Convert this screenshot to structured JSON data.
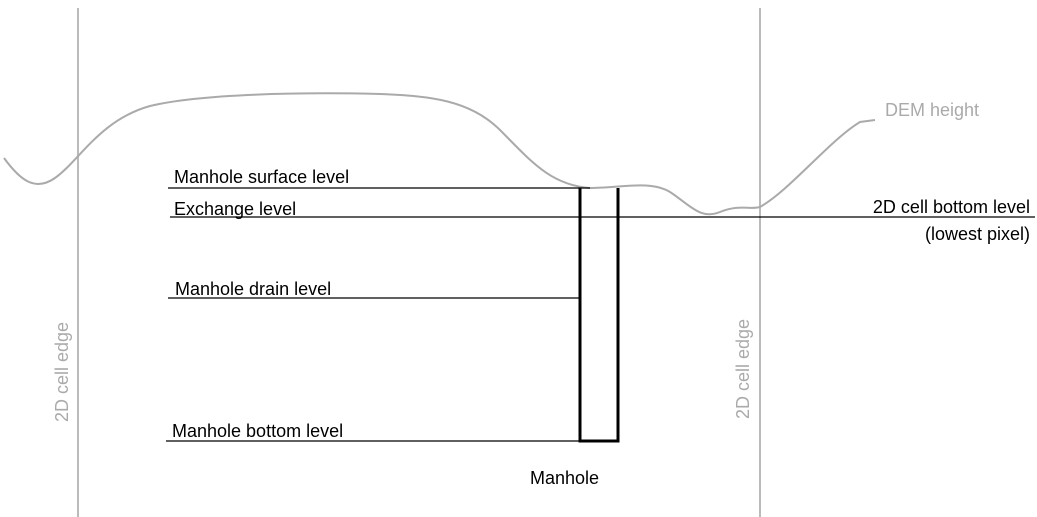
{
  "labels": {
    "surface": "Manhole surface level",
    "exchange": "Exchange level",
    "drain": "Manhole drain level",
    "bottom": "Manhole bottom level",
    "manhole": "Manhole",
    "dem": "DEM height",
    "cell_bottom": "2D cell bottom level",
    "cell_bottom_sub": "(lowest pixel)",
    "cell_edge_left": "2D cell edge",
    "cell_edge_right": "2D cell edge"
  },
  "colors": {
    "gray": "#aaaaaa",
    "line": "#000000"
  }
}
